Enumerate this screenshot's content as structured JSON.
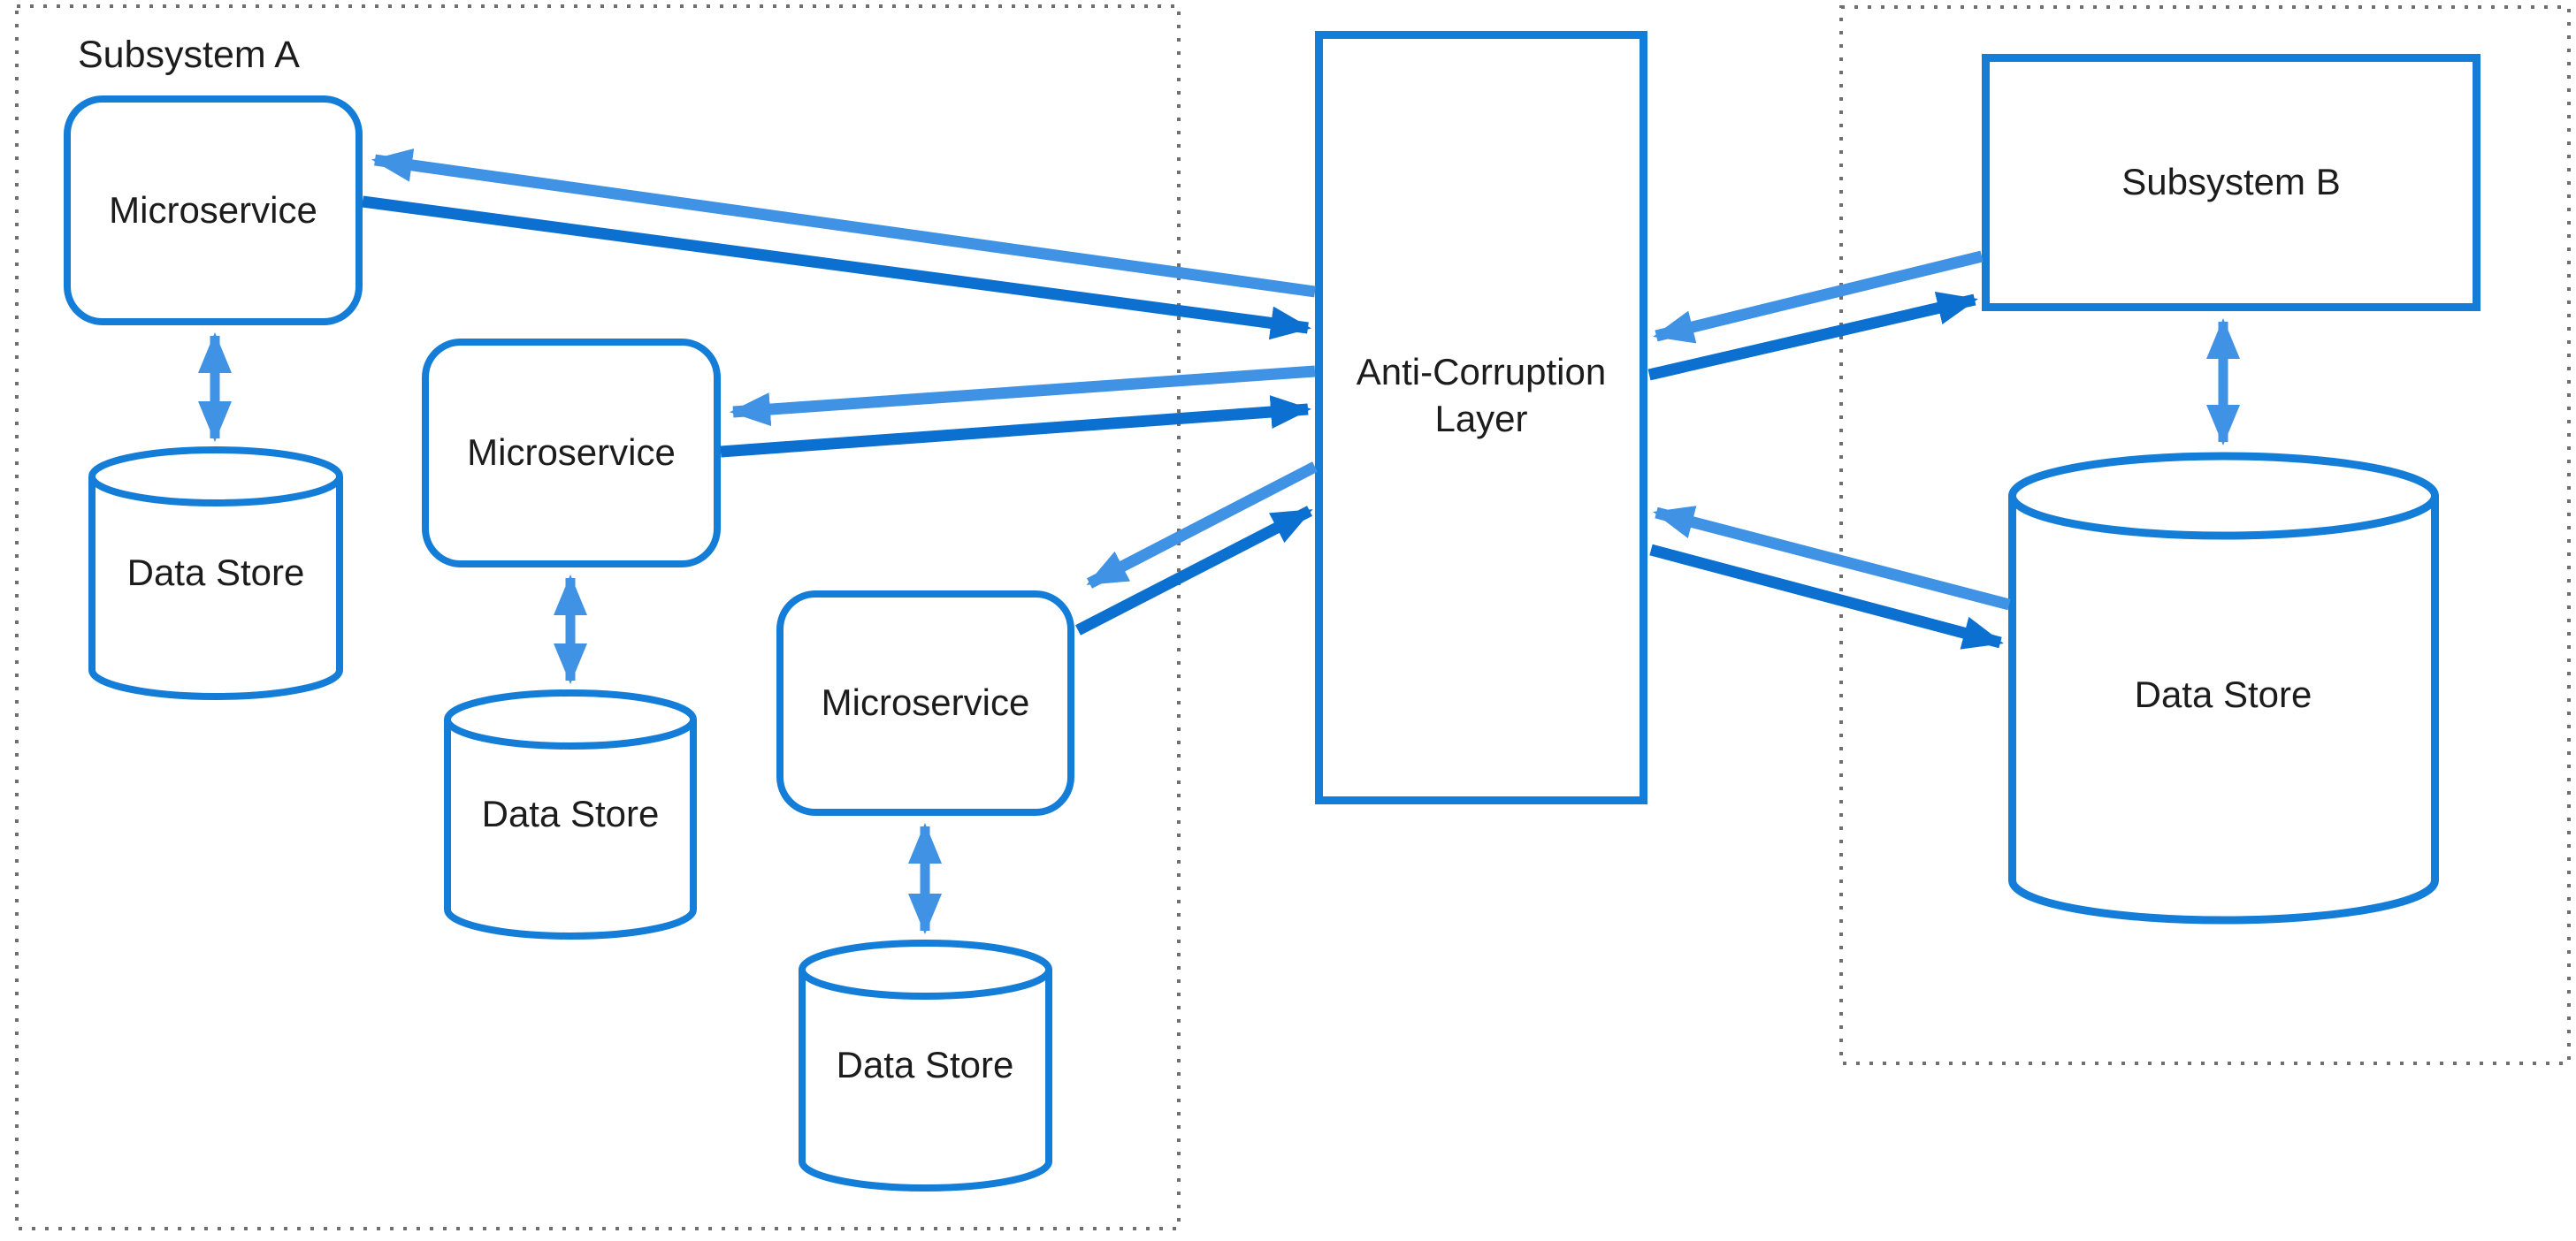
{
  "colors": {
    "shape_stroke": "#147dd8",
    "arrow_dark": "#0c70d0",
    "arrow_light": "#3f92e4",
    "dotted_border": "#6f6f6f",
    "label_text": "#1c1c1c",
    "background": "#ffffff"
  },
  "subsystem_a": {
    "label": "Subsystem A",
    "microservices": [
      {
        "label": "Microservice"
      },
      {
        "label": "Microservice"
      },
      {
        "label": "Microservice"
      }
    ],
    "data_stores": [
      {
        "label": "Data Store"
      },
      {
        "label": "Data Store"
      },
      {
        "label": "Data Store"
      }
    ]
  },
  "anti_corruption_layer": {
    "line1": "Anti-Corruption",
    "line2": "Layer"
  },
  "subsystem_b": {
    "box_label": "Subsystem B",
    "data_store": {
      "label": "Data Store"
    }
  }
}
